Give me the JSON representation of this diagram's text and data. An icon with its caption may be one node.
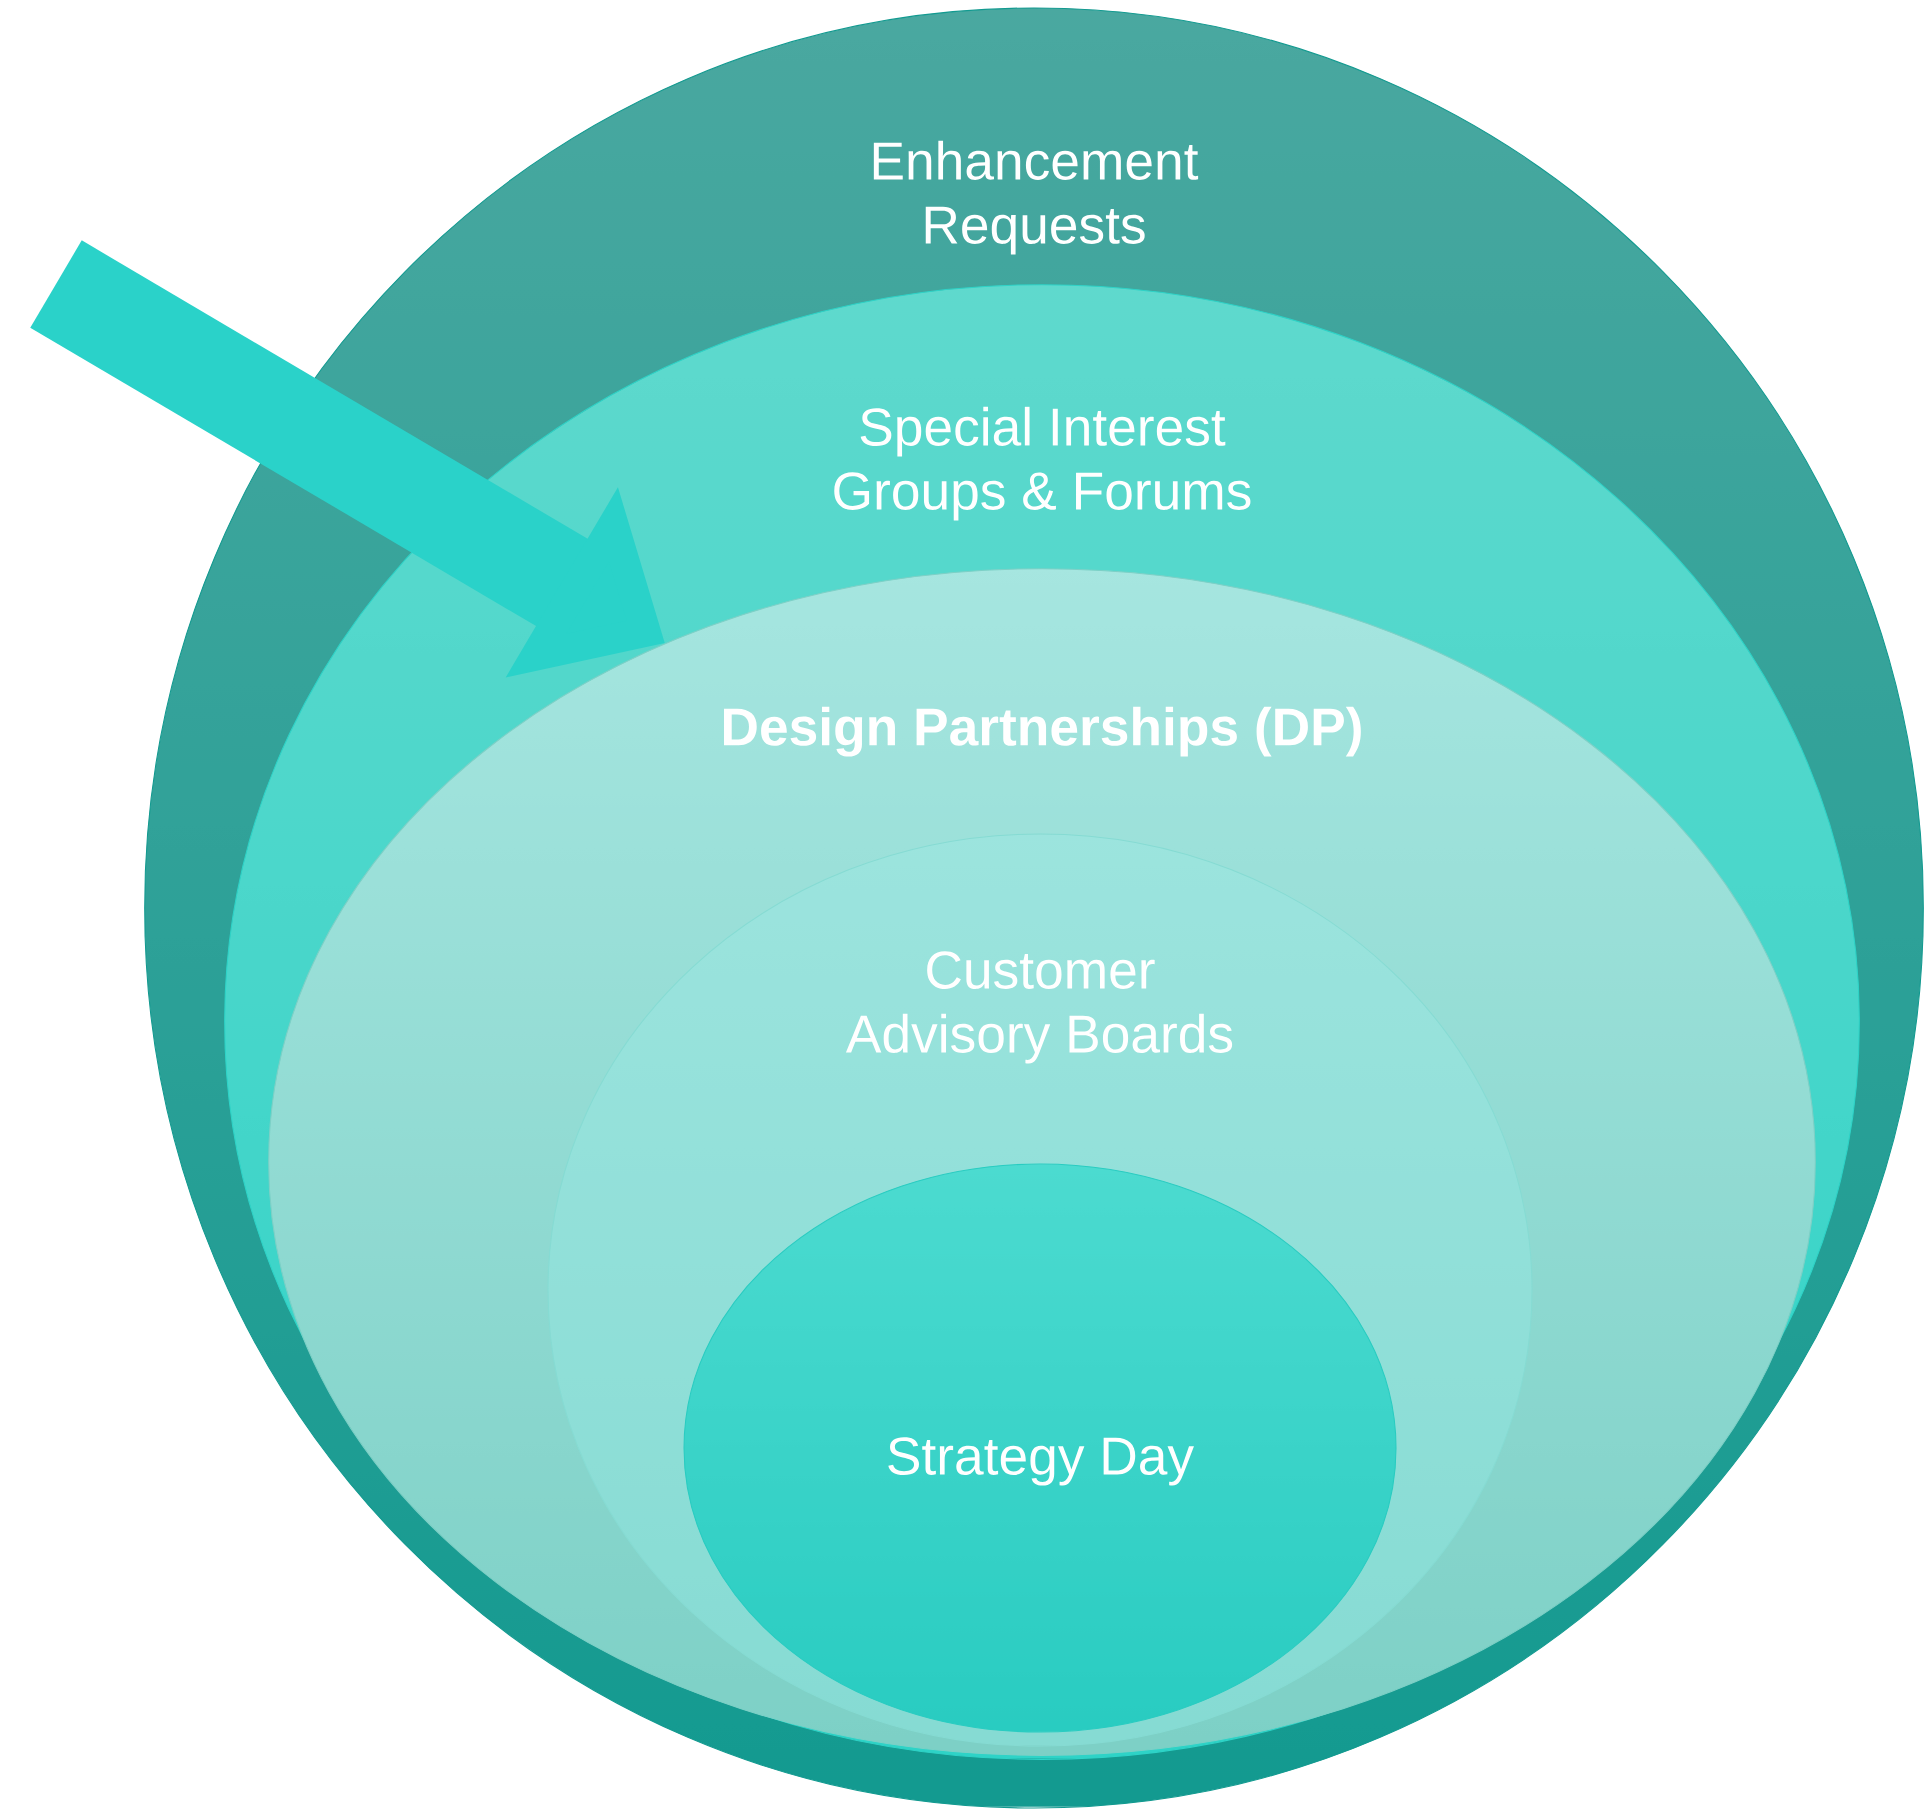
{
  "diagram": {
    "nodes": [
      {
        "text": [
          "Enhancement Requests"
        ]
      },
      {
        "text": [
          "Special Interest Groups & Forums"
        ],
        "in": 0
      },
      {
        "text": [
          "Design Partnerships (DP)"
        ],
        "in": 1
      },
      {
        "text": [
          "Customer Advisory Boards"
        ],
        "in": 2
      },
      {
        "text": [
          "Strategy Day"
        ],
        "in": 3
      }
    ],
    "edges": [
      {
        "from": null,
        "to": 2,
        "arrow": "to"
      }
    ]
  }
}
